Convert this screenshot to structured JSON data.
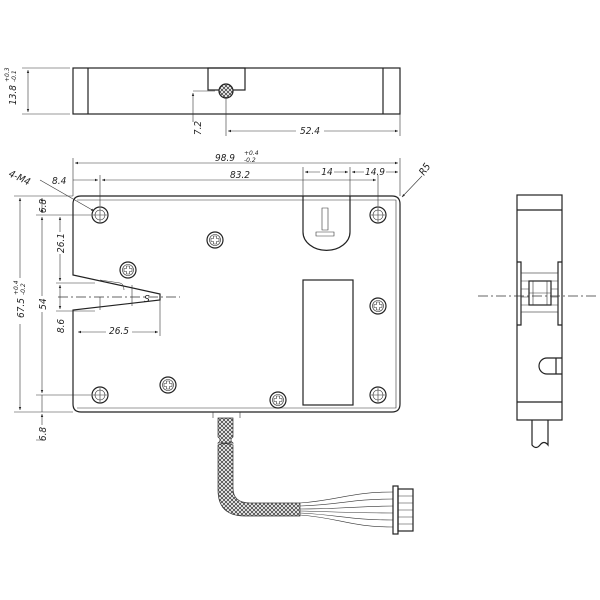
{
  "drawing": {
    "top_view": {
      "height": "13.8",
      "height_tol_plus": "+0.3",
      "height_tol_minus": "-0.1",
      "offset": "7.2",
      "connector_distance": "52.4"
    },
    "front_view": {
      "width": "98.9",
      "width_tol_plus": "+0.4",
      "width_tol_minus": "-0.2",
      "hole_span_x": "83.2",
      "hole_margin_x": "8.4",
      "notch_width": "14",
      "notch_offset": "14.9",
      "corner_radius": "R5",
      "mount_holes": "4-M4",
      "height": "67.5",
      "height_tol_plus": "+0.4",
      "height_tol_minus": "-0.2",
      "hole_span_y": "54",
      "hole_margin_top": "6.8",
      "hole_margin_bottom": "6.8",
      "latch_offset": "26.1",
      "latch_height": "8.6",
      "latch_depth": "26.5",
      "latch_mark": "S"
    },
    "colors": {
      "line": "#222222",
      "background": "#ffffff"
    }
  }
}
